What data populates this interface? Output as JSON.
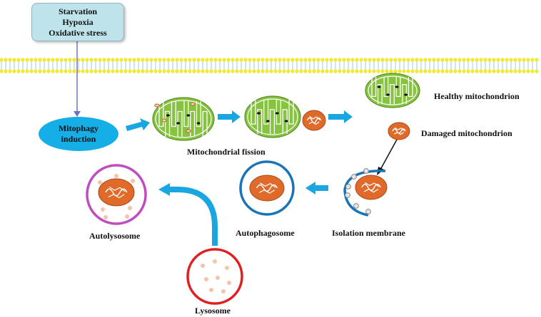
{
  "stress": {
    "line1": "Starvation",
    "line2": "Hypoxia",
    "line3": "Oxidative stress"
  },
  "induction": {
    "line1": "Mitophagy",
    "line2": "induction"
  },
  "labels": {
    "fission": "Mitochondrial fission",
    "healthy": "Healthy mitochondrion",
    "damaged": "Damaged mitochondrion",
    "isolation": "Isolation membrane",
    "autophagosome": "Autophagosome",
    "autolysosome": "Autolysosome",
    "lysosome": "Lysosome"
  },
  "colors": {
    "membrane_yellow": "#f2ea2a",
    "membrane_blue": "#9fcbe6",
    "arrow_blue": "#1aa6e0",
    "mito_green": "#86c440",
    "mito_orange": "#e06a2a",
    "autolysosome_ring": "#c04cc0",
    "lysosome_ring": "#e02020",
    "autophagosome_ring": "#1a74b8",
    "lysosome_dot": "#f4c4a8"
  }
}
